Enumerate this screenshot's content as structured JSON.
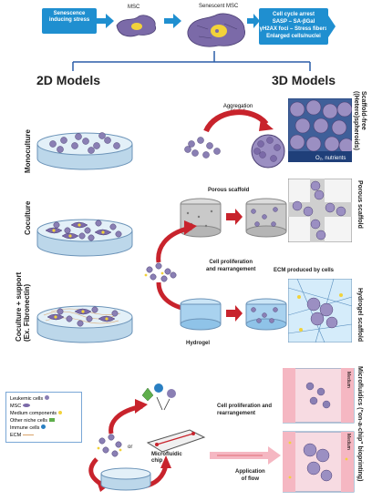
{
  "top": {
    "stress_box": "Senescence inducing stress",
    "msc_label": "MSC",
    "senescent_label": "Senescent MSC",
    "markers": [
      "Cell cycle arrest",
      "SASP – SA-βGal",
      "γH2AX foci – Stress fibers",
      "Enlarged cells/nuclei"
    ]
  },
  "headers": {
    "left": "2D Models",
    "right": "3D Models"
  },
  "rows_left": {
    "monoculture": "Monoculture",
    "coculture": "Coculture",
    "coculture_support": [
      "Coculture + support",
      "(Ex. Fibronectin)"
    ]
  },
  "rows_right": {
    "scaffold_free": [
      "Scaffold-free",
      "((Hetero)spheroids)"
    ],
    "porous_scaffold": "Porous scaffold",
    "hydrogel_scaffold": "Hydrogel scaffold",
    "microfluidics": [
      "Microfluidics (\"on-a-chip\" bioprinting)"
    ]
  },
  "labels": {
    "aggregation": "Aggregation stimuli",
    "o2": "O₂, nutrients",
    "porous": "Porous scaffold",
    "prolif1": [
      "Cell proliferation",
      "and rearrangement"
    ],
    "hydrogel": "Hydrogel",
    "ecm_by_cells": "ECM produced by cells",
    "prolif2": [
      "Cell proliferation and",
      "rearrangement"
    ],
    "or": "or",
    "chip": [
      "Microfluidic",
      "chip"
    ],
    "flow": [
      "Application",
      "of flow"
    ],
    "medium_top": "Medium",
    "medium_bottom": "Medium"
  },
  "legend": {
    "items": [
      "Leukemic cells",
      "MSC",
      "Medium components",
      "Other niche cells",
      "Immune cells",
      "ECM"
    ]
  },
  "colors": {
    "accent_blue": "#1f8fd0",
    "arrow_red": "#c8232c",
    "msc_purple": "#7b6aa8",
    "leukemic_cell": "#8a7fb4",
    "yellow_nucleus": "#f2d23a",
    "header_line": "#2b5da8"
  }
}
